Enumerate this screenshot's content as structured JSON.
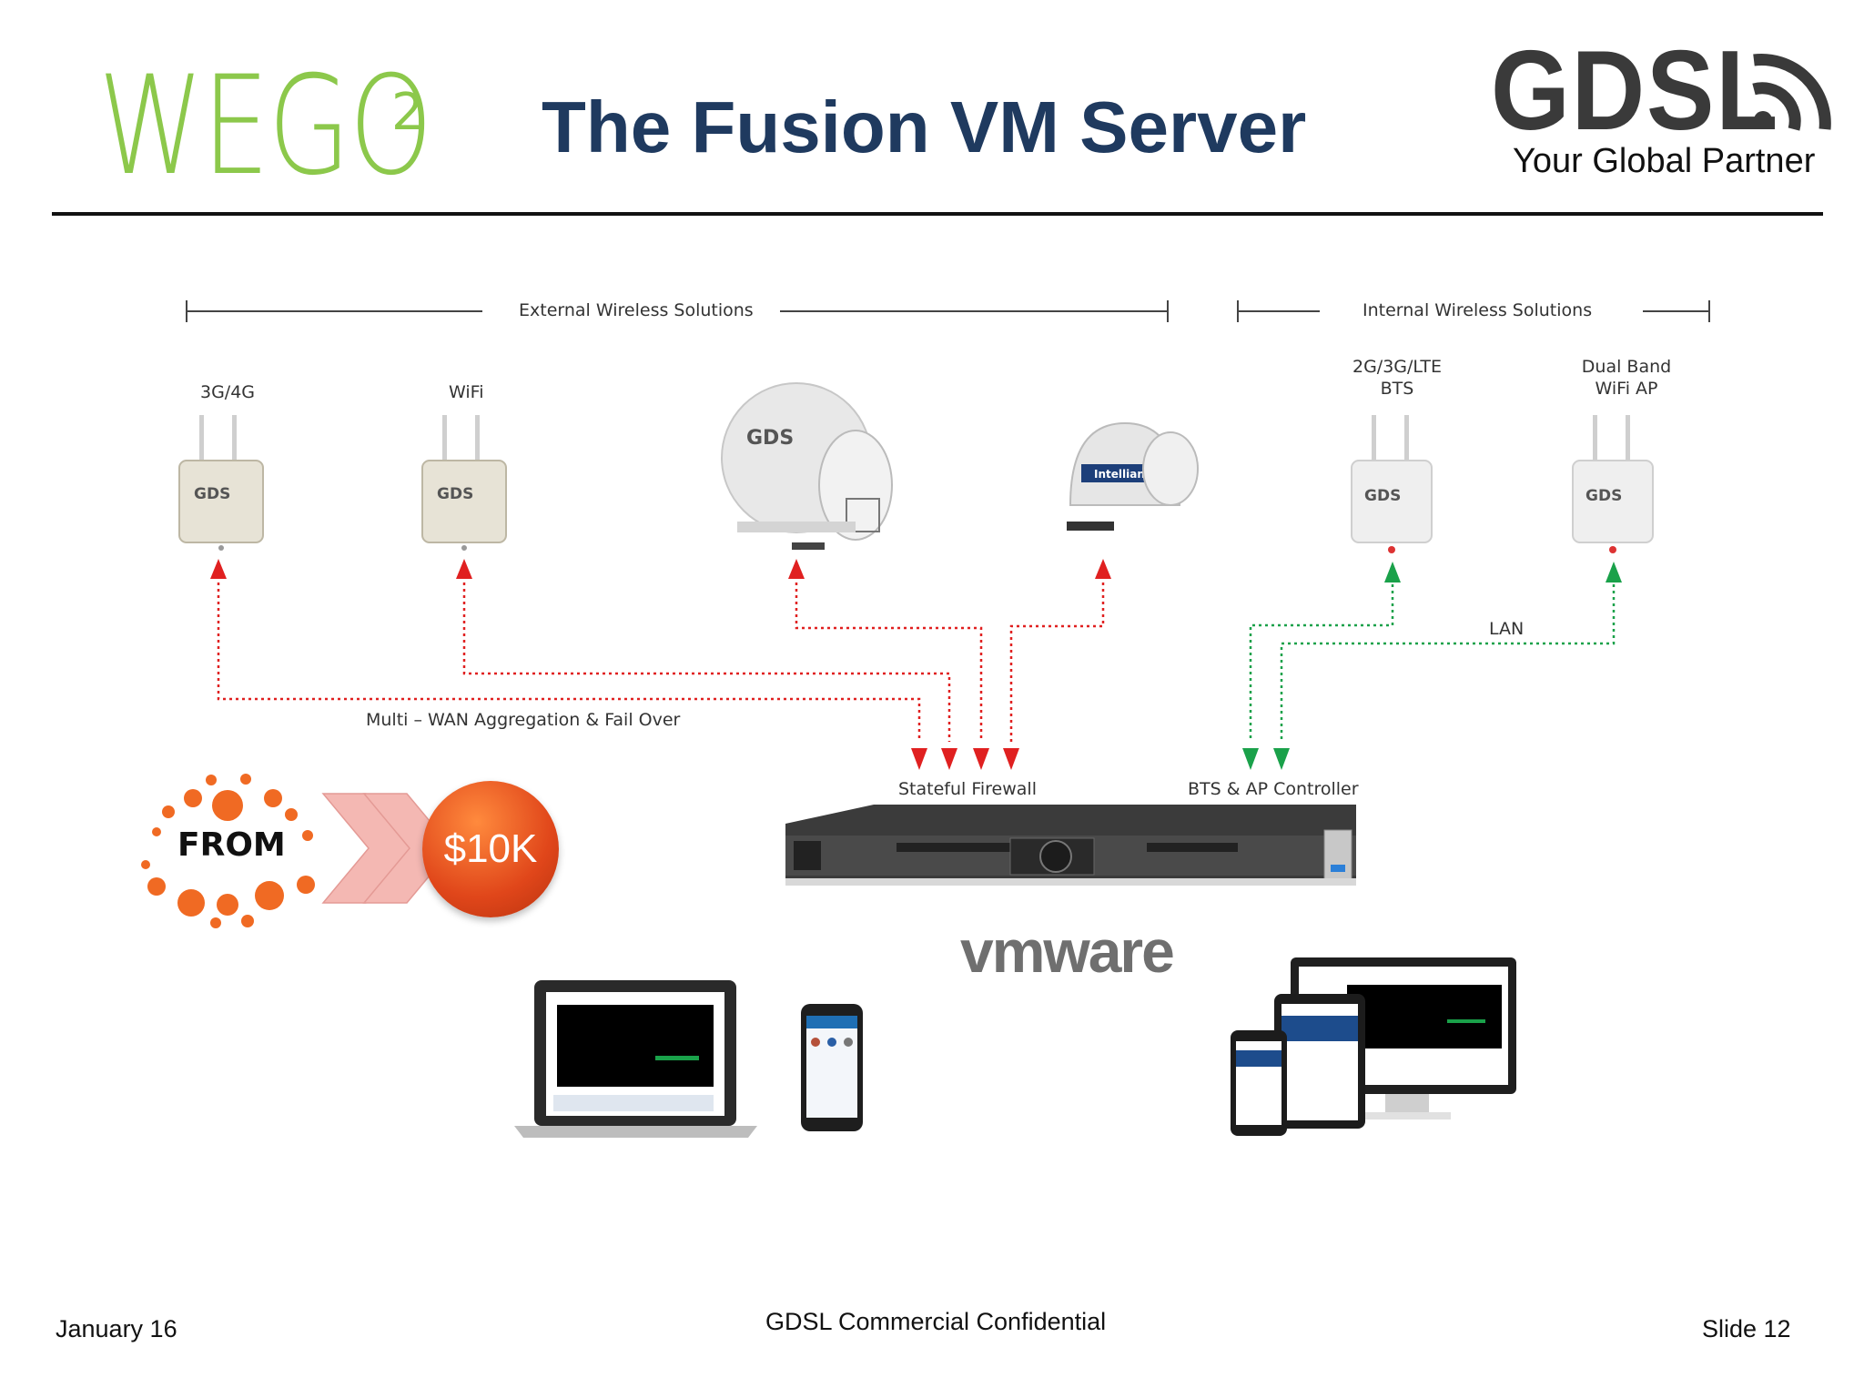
{
  "header": {
    "brand_left": "WEGO",
    "brand_left_sup": "2",
    "title": "The Fusion VM Server",
    "brand_right": "GDSL",
    "tagline": "Your Global Partner"
  },
  "diagram": {
    "external_label": "External Wireless Solutions",
    "internal_label": "Internal Wireless Solutions",
    "devices": {
      "d3g4g": "3G/4G",
      "wifi": "WiFi",
      "bts_line1": "2G/3G/LTE",
      "bts_line2": "BTS",
      "ap_line1": "Dual Band",
      "ap_line2": "WiFi AP"
    },
    "device_brand": "GDS",
    "vsat_brand": "GDS",
    "intellian_brand": "Intellian",
    "wan_label": "Multi – WAN Aggregation & Fail Over",
    "lan_label": "LAN",
    "firewall_label": "Stateful Firewall",
    "controller_label": "BTS & AP Controller",
    "vmware_label": "vmware",
    "colors": {
      "wan_link": "#e02020",
      "lan_link": "#1aa14a"
    }
  },
  "promo": {
    "from": "FROM",
    "price": "$10K"
  },
  "footer": {
    "date": "January 16",
    "confidential": "GDSL Commercial Confidential",
    "slide": "Slide 12"
  }
}
